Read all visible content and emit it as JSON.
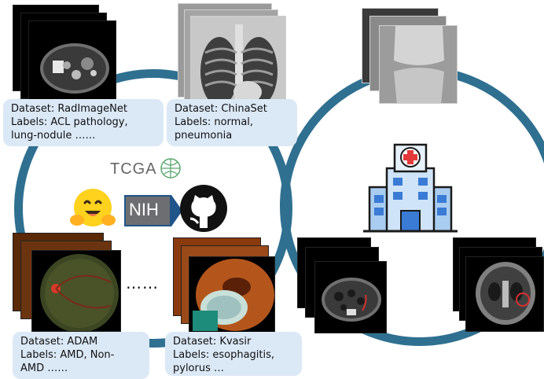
{
  "datasets": [
    {
      "name_line": "Dataset: RadImageNet",
      "labels_line1": "Labels: ACL pathology,",
      "labels_line2": "lung-nodule ……"
    },
    {
      "name_line": "Dataset: ChinaSet",
      "labels_line1": "Labels: normal,",
      "labels_line2": "pneumonia"
    },
    {
      "name_line": "Dataset: ADAM",
      "labels_line1": "Labels: AMD, Non-",
      "labels_line2": "AMD ……"
    },
    {
      "name_line": "Dataset: Kvasir",
      "labels_line1": "Labels: esophagitis,",
      "labels_line2": "pylorus …"
    }
  ],
  "logos": {
    "tcga": "TCGA",
    "nih": "NIH",
    "icons": [
      "huggingface-emoji-icon",
      "github-icon",
      "hospital-icon",
      "dna-globe-icon"
    ]
  },
  "ellipsis": "……",
  "colors": {
    "ring": "#2f7090",
    "caption_bg": "#dbe8f6",
    "hospital_blue": "#3a7bd5",
    "hospital_cross": "#e23a3a"
  }
}
